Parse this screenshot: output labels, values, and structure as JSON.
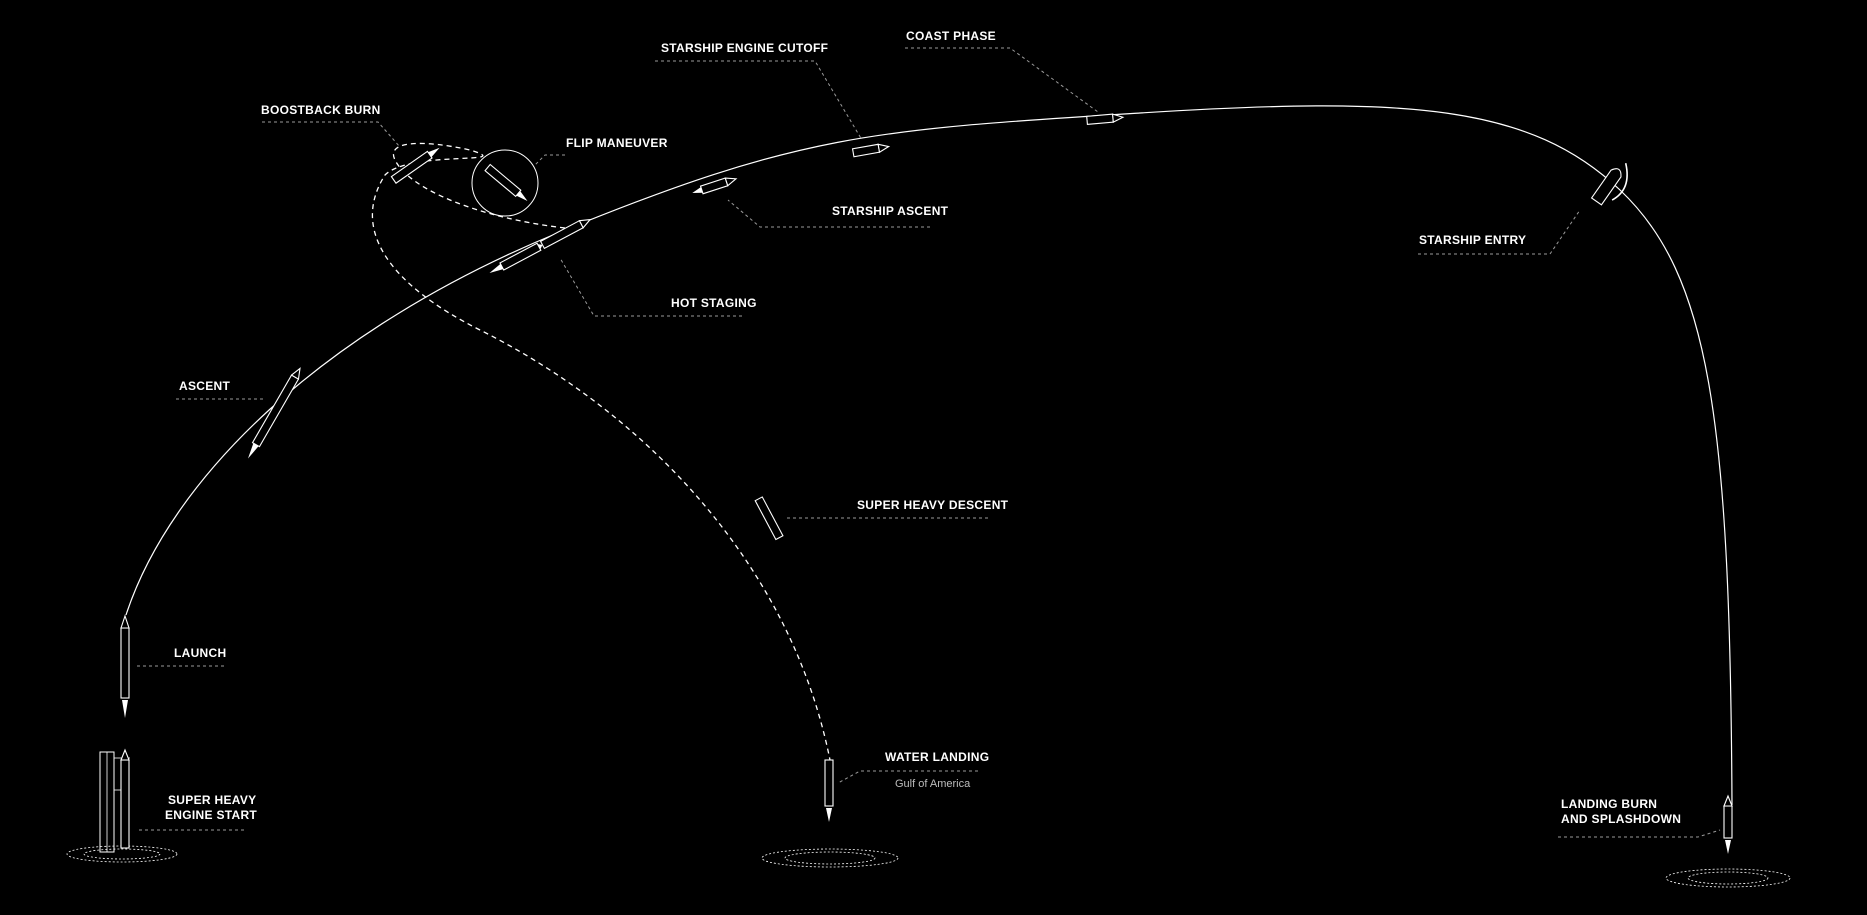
{
  "stages": {
    "boostback_burn": "BOOSTBACK BURN",
    "flip_maneuver": "FLIP MANEUVER",
    "starship_engine_cutoff": "STARSHIP ENGINE CUTOFF",
    "coast_phase": "COAST PHASE",
    "starship_ascent": "STARSHIP ASCENT",
    "hot_staging": "HOT STAGING",
    "starship_entry": "STARSHIP ENTRY",
    "ascent": "ASCENT",
    "super_heavy_descent": "SUPER HEAVY DESCENT",
    "launch": "LAUNCH",
    "water_landing": "WATER LANDING",
    "water_landing_location": "Gulf of America",
    "super_heavy_engine_start_line1": "SUPER HEAVY",
    "super_heavy_engine_start_line2": "ENGINE START",
    "landing_burn_line1": "LANDING BURN",
    "landing_burn_line2": "AND SPLASHDOWN"
  },
  "colors": {
    "background": "#000000",
    "line": "#ffffff",
    "leader": "#9a9a9a",
    "sublabel": "#bdbdbd"
  }
}
